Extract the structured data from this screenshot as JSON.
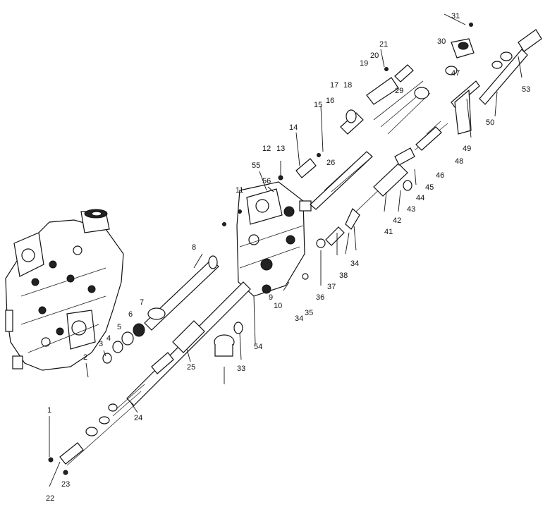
{
  "diagram": {
    "callouts": [
      {
        "id": "c1",
        "text": "1"
      },
      {
        "id": "c2",
        "text": "2"
      },
      {
        "id": "c3",
        "text": "3"
      },
      {
        "id": "c4",
        "text": "4"
      },
      {
        "id": "c5",
        "text": "5"
      },
      {
        "id": "c6",
        "text": "6"
      },
      {
        "id": "c7",
        "text": "7"
      },
      {
        "id": "c8",
        "text": "8"
      },
      {
        "id": "c9",
        "text": "9"
      },
      {
        "id": "c10",
        "text": "10"
      },
      {
        "id": "c11",
        "text": "11"
      },
      {
        "id": "c12",
        "text": "12"
      },
      {
        "id": "c13",
        "text": "13"
      },
      {
        "id": "c14",
        "text": "14"
      },
      {
        "id": "c15",
        "text": "15"
      },
      {
        "id": "c16",
        "text": "16"
      },
      {
        "id": "c17",
        "text": "17"
      },
      {
        "id": "c18",
        "text": "18"
      },
      {
        "id": "c19",
        "text": "19"
      },
      {
        "id": "c20",
        "text": "20"
      },
      {
        "id": "c21",
        "text": "21"
      },
      {
        "id": "c22",
        "text": "22"
      },
      {
        "id": "c23",
        "text": "23"
      },
      {
        "id": "c24",
        "text": "24"
      },
      {
        "id": "c25",
        "text": "25"
      },
      {
        "id": "c26",
        "text": "26"
      },
      {
        "id": "c29",
        "text": "29"
      },
      {
        "id": "c30",
        "text": "30"
      },
      {
        "id": "c31",
        "text": "31"
      },
      {
        "id": "c33",
        "text": "33"
      },
      {
        "id": "c34a",
        "text": "34"
      },
      {
        "id": "c34b",
        "text": "34"
      },
      {
        "id": "c35",
        "text": "35"
      },
      {
        "id": "c36",
        "text": "36"
      },
      {
        "id": "c37",
        "text": "37"
      },
      {
        "id": "c38",
        "text": "38"
      },
      {
        "id": "c41",
        "text": "41"
      },
      {
        "id": "c42",
        "text": "42"
      },
      {
        "id": "c43",
        "text": "43"
      },
      {
        "id": "c44",
        "text": "44"
      },
      {
        "id": "c45",
        "text": "45"
      },
      {
        "id": "c46",
        "text": "46"
      },
      {
        "id": "c47",
        "text": "47"
      },
      {
        "id": "c48",
        "text": "48"
      },
      {
        "id": "c49",
        "text": "49"
      },
      {
        "id": "c50",
        "text": "50"
      },
      {
        "id": "c53",
        "text": "53"
      },
      {
        "id": "c54",
        "text": "54"
      },
      {
        "id": "c55",
        "text": "55"
      },
      {
        "id": "c56",
        "text": "56"
      }
    ]
  }
}
